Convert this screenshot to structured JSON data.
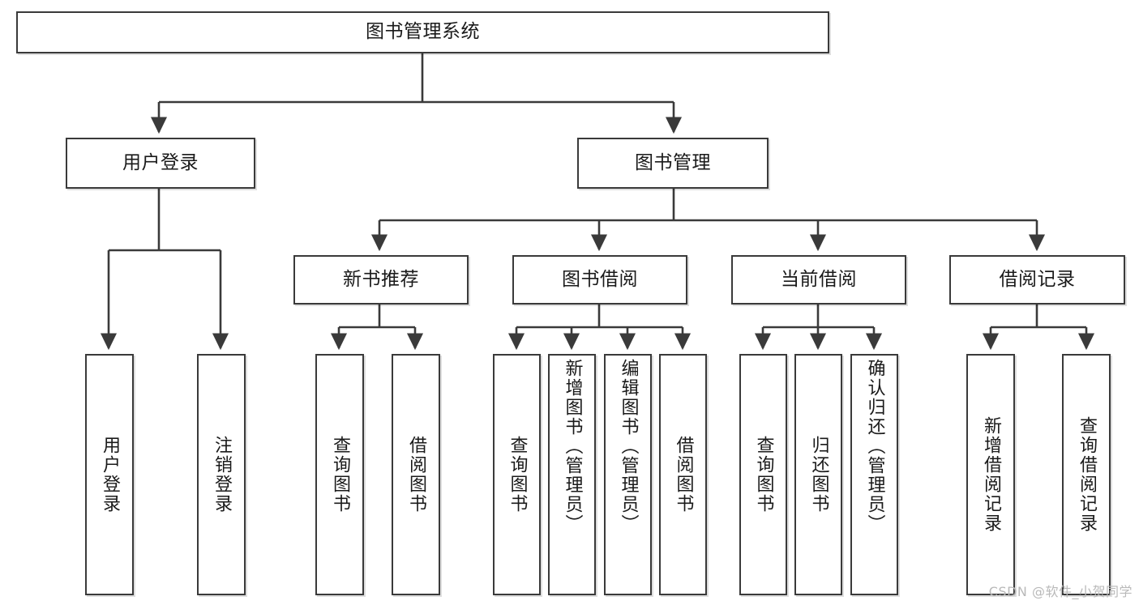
{
  "diagram": {
    "title": "图书管理系统",
    "type": "tree",
    "watermark": "CSDN @软件_小贺同学",
    "line_color": "#3a3a3a",
    "box_fill": "#ffffff",
    "text_color": "#1a1a1a",
    "levels": {
      "root": {
        "label": "图书管理系统"
      },
      "level2": [
        {
          "label": "用户登录"
        },
        {
          "label": "图书管理"
        }
      ],
      "level3": [
        {
          "label": "新书推荐"
        },
        {
          "label": "图书借阅"
        },
        {
          "label": "当前借阅"
        },
        {
          "label": "借阅记录"
        }
      ],
      "leaves": {
        "user_login": [
          {
            "label": "用户登录"
          },
          {
            "label": "注销登录"
          }
        ],
        "new_book": [
          {
            "label": "查询图书"
          },
          {
            "label": "借阅图书"
          }
        ],
        "book_borrow": [
          {
            "label": "查询图书"
          },
          {
            "label": "新增图书（管理员）"
          },
          {
            "label": "编辑图书（管理员）"
          },
          {
            "label": "借阅图书"
          }
        ],
        "current_borrow": [
          {
            "label": "查询图书"
          },
          {
            "label": "归还图书"
          },
          {
            "label": "确认归还（管理员）"
          }
        ],
        "borrow_record": [
          {
            "label": "新增借阅记录"
          },
          {
            "label": "查询借阅记录"
          }
        ]
      }
    }
  }
}
